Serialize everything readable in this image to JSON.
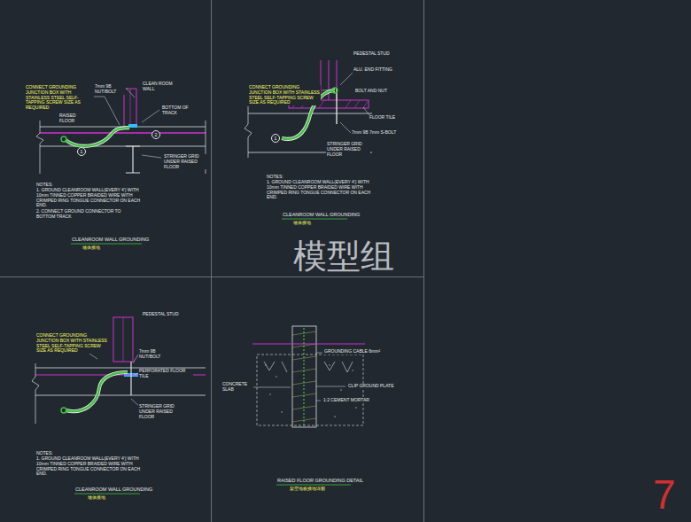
{
  "diagram": {
    "nodes": [
      {
        "text": [
          "1"
        ]
      },
      {
        "text": [
          "2"
        ]
      },
      {
        "text": [
          "1"
        ]
      }
    ],
    "labels": [
      "CONNECT GROUNDING JUNCTION BOX WITH STAINLESS STEEL SELF-TAPPING SCREW SIZE AS REQUIRED",
      "7mm 9B NUT/BOLT",
      "CLEAN ROOM WALL",
      "BOTTOM OF TRACK",
      "RAISED FLOOR",
      "STRINGER GRID UNDER RAISED FLOOR",
      "NOTES:",
      "1. GROUND CLEANROOM WALL(EVERY 4') WITH 10mm TINNED COPPER BRAIDED WIRE WITH CRIMPED RING TONGUE CONNECTOR ON EACH END.",
      "2. CONNECT GROUND CONNECTOR TO BOTTOM TRACK",
      "CLEANROOM WALL GROUNDING",
      "墙体接地",
      "PEDESTAL STUD",
      "ALU. END FITTING",
      "CONNECT GROUNDING JUNCTION BOX WITH STAINLESS STEEL SELF-TAPPING SCREW SIZE AS REQUIRED",
      "BOLT AND NUT",
      "FLOOR TILE",
      "7mm 9B 7mm S-BOLT",
      "STRINGER GRID UNDER RAISED FLOOR",
      "NOTES:",
      "1. GROUND CLEANROOM WALL(EVERY 4') WITH 10mm TINNED COPPER BRAIDED WIRE WITH CRIMPED RING TONGUE CONNECTOR ON EACH END.",
      "CLEANROOM WALL GROUNDING",
      "墙体接地",
      "PEDESTAL STUD",
      "CONNECT GROUNDING JUNCTION BOX WITH STAINLESS STEEL SELF-TAPPING SCREW SIZE AS REQUIRED",
      "7mm 9B NUT/BOLT",
      "PERFORATED FLOOR TILE",
      "STRINGER GRID UNDER RAISED FLOOR",
      "NOTES:",
      "1. GROUND CLEANROOM WALL(EVERY 4') WITH 10mm TINNED COPPER BRAIDED WIRE WITH CRIMPED RING TONGUE CONNECTOR ON EACH END.",
      "CLEANROOM WALL GROUNDING",
      "墙体接地",
      "GROUNDING CABLE 6mm²",
      "CLIP GROUND PLATE",
      "CONCRETE SLAB",
      "1:2 CEMENT MORTAR",
      "RAISED FLOOR GROUNDING DETAIL",
      "架空地板接地详图",
      "模型组",
      "7"
    ]
  }
}
